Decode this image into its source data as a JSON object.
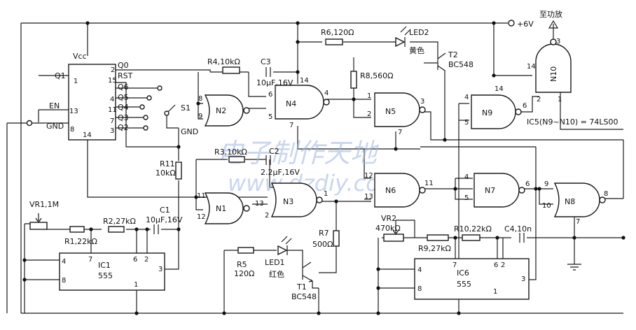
{
  "supply": {
    "label": "+6V"
  },
  "output": {
    "label": "至功放"
  },
  "gate_note": "IC5(N9~N10) = 74LS00",
  "watermark": {
    "cn": "电子制作天地",
    "url": "www.dzdiy.com"
  },
  "ic_counter": {
    "vcc": "Vcc",
    "q1": "Q1",
    "en": "EN",
    "gnd": "GND",
    "q0": "Q0",
    "rst": "RST",
    "q6": "Q6",
    "q5": "Q5",
    "q4": "Q4",
    "q3": "Q3",
    "q2": "Q2",
    "pin14": "14",
    "p1": "1",
    "p13": "13",
    "p8": "8",
    "p2": "2",
    "p15": "15",
    "p4": "4",
    "p11": "11",
    "p7": "7",
    "p3": "3"
  },
  "switch": {
    "label": "S1",
    "gnd": "GND"
  },
  "gates": {
    "n1": {
      "name": "N1",
      "in1": "11",
      "in2": "12",
      "out": "13"
    },
    "n2": {
      "name": "N2",
      "in1": "8",
      "in2": "9",
      "out": ""
    },
    "n3": {
      "name": "N3",
      "in1": "2",
      "in2": "",
      "out": "1"
    },
    "n4": {
      "name": "N4",
      "in1": "6",
      "in2": "5",
      "out": "4",
      "top": "14",
      "bot": "7"
    },
    "n5": {
      "name": "N5",
      "in1": "1",
      "in2": "2",
      "out": "3",
      "bot": "7"
    },
    "n6": {
      "name": "N6",
      "in1": "12",
      "in2": "13",
      "out": "11"
    },
    "n7": {
      "name": "N7",
      "in1": "4",
      "in2": "5",
      "out": "6"
    },
    "n8": {
      "name": "N8",
      "in1": "9",
      "in2": "10",
      "out": "8",
      "bot": "7"
    },
    "n9": {
      "name": "N9",
      "in1": "4",
      "in2": "5",
      "out": "6",
      "top": "14"
    },
    "n10": {
      "name": "N10",
      "in1": "2",
      "in2": "1",
      "out": "3",
      "top": "14"
    }
  },
  "components": {
    "r1": "R1,22kΩ",
    "r2": "R2,27kΩ",
    "r3": "R3,10kΩ",
    "r4": "R4,10kΩ",
    "r5": "R5",
    "r5v": "120Ω",
    "r6": "R6,120Ω",
    "r7": "R7",
    "r7v": "500Ω",
    "r8": "R8,560Ω",
    "r9": "R9,27kΩ",
    "r10": "R10,22kΩ",
    "r11": "R11",
    "r11v": "10kΩ",
    "vr1": "VR1,1M",
    "vr2": "VR2",
    "vr2v": "470kΩ",
    "c1": "C1",
    "c1v": "10μF,16V",
    "c2": "C2",
    "c2v": "2.2μF,16V",
    "c3": "C3",
    "c3v": "10μF,16V",
    "c4": "C4,10n",
    "led1": "LED1",
    "led1c": "红色",
    "led2": "LED2",
    "led2c": "黄色",
    "t1": "T1",
    "t1m": "BC548",
    "t2": "T2",
    "t2m": "BC548"
  },
  "timers": {
    "ic1": {
      "name": "IC1",
      "type": "555",
      "p4": "4",
      "p8": "8",
      "p7": "7",
      "p6": "6",
      "p2": "2",
      "p3": "3",
      "p1": "1"
    },
    "ic6": {
      "name": "IC6",
      "type": "555",
      "p4": "4",
      "p8": "8",
      "p7": "7",
      "p6": "6",
      "p2": "2",
      "p3": "3",
      "p1": "1"
    }
  }
}
